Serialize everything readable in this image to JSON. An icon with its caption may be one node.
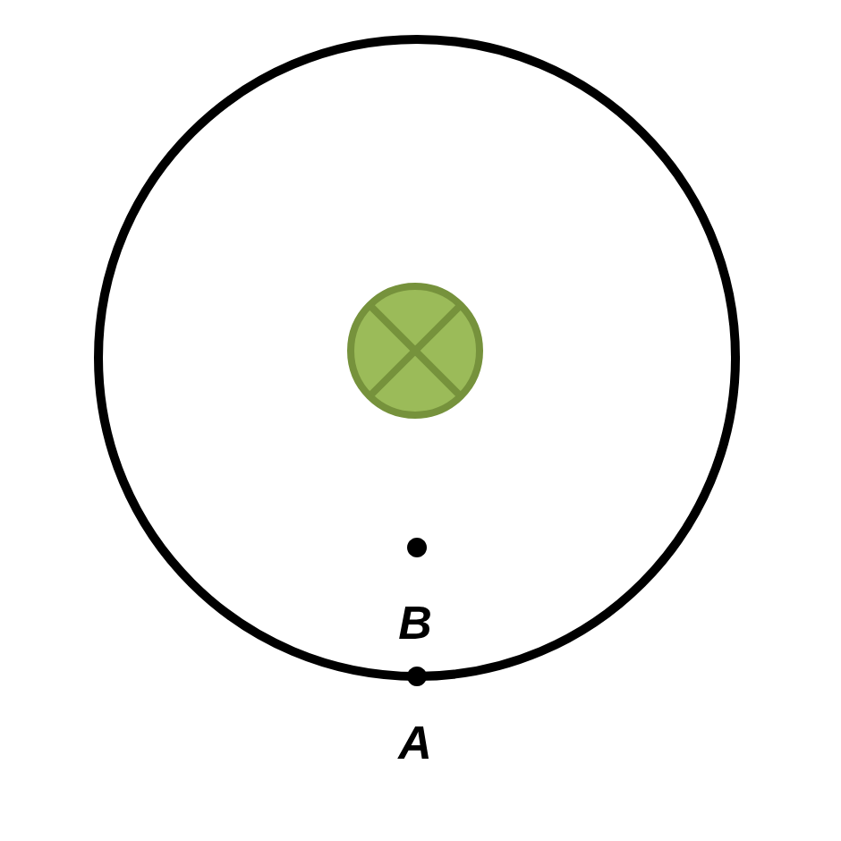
{
  "diagram": {
    "nodes": [
      {
        "text": [],
        "shape": "circle"
      },
      {
        "text": [],
        "shape": "circle",
        "in": 0
      }
    ],
    "labels": [
      "B",
      "A"
    ]
  }
}
